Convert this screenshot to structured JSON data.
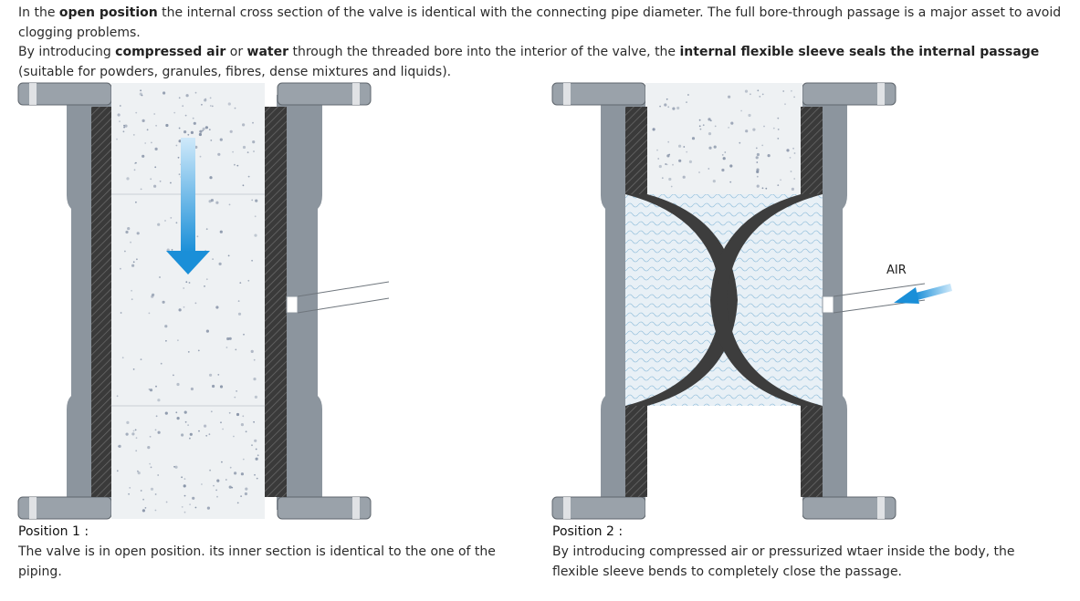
{
  "intro": {
    "p1": [
      {
        "text": "In the ",
        "bold": false
      },
      {
        "text": "open position",
        "bold": true
      },
      {
        "text": " the internal cross section of the valve is identical with the connecting pipe diameter. The full bore-through passage is a major asset to avoid clogging problems.",
        "bold": false
      }
    ],
    "p2": [
      {
        "text": "By introducing ",
        "bold": false
      },
      {
        "text": "compressed air",
        "bold": true
      },
      {
        "text": " or ",
        "bold": false
      },
      {
        "text": "water",
        "bold": true
      },
      {
        "text": " through the threaded bore into the interior of the valve, the ",
        "bold": false
      },
      {
        "text": "internal flexible sleeve seals the internal passage",
        "bold": true
      },
      {
        "text": " (suitable for powders, granules, fibres, dense mixtures and liquids).",
        "bold": false
      }
    ]
  },
  "position1": {
    "title": "Position 1 :",
    "text": "The valve is in open position. its inner section is identical to the one of the piping."
  },
  "position2": {
    "title": "Position 2 :",
    "text": "By introducing compressed air or pressurized wtaer inside the body, the flexible sleeve bends to completely close the passage.",
    "air_label": "AIR"
  },
  "colors": {
    "body_grey": "#8c959e",
    "flange_grey": "#9aa2aa",
    "sleeve_dark": "#3d3d3d",
    "product_fill": "#eef1f3",
    "arrow_blue": "#1a8fd8"
  },
  "icons": [
    "flow-arrow-down-icon",
    "air-inlet-arrow-icon"
  ]
}
